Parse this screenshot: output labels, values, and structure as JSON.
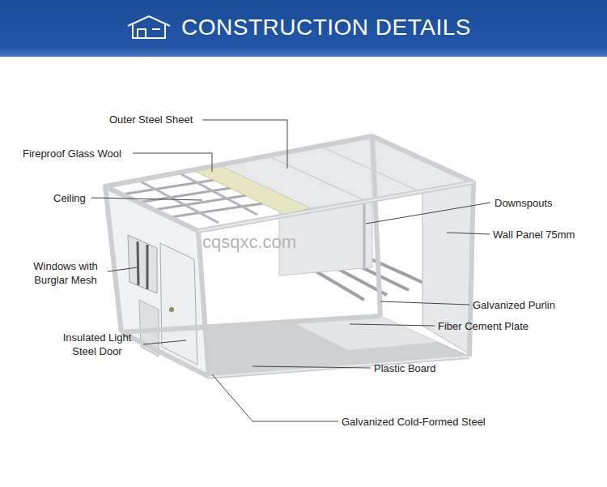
{
  "diagram": {
    "title": "CONSTRUCTION DETAILS",
    "labels": [
      "Outer Steel Sheet",
      "Fireproof Glass Wool",
      "Ceiling",
      "Windows with Burglar Mesh",
      "Insulated Light Steel Door",
      "Downspouts",
      "Wall Panel 75mm",
      "Galvanized Purlin",
      "Fiber Cement Plate",
      "Plastic Board",
      "Galvanized Cold-Formed Steel",
      "cqsqxc.com"
    ]
  }
}
